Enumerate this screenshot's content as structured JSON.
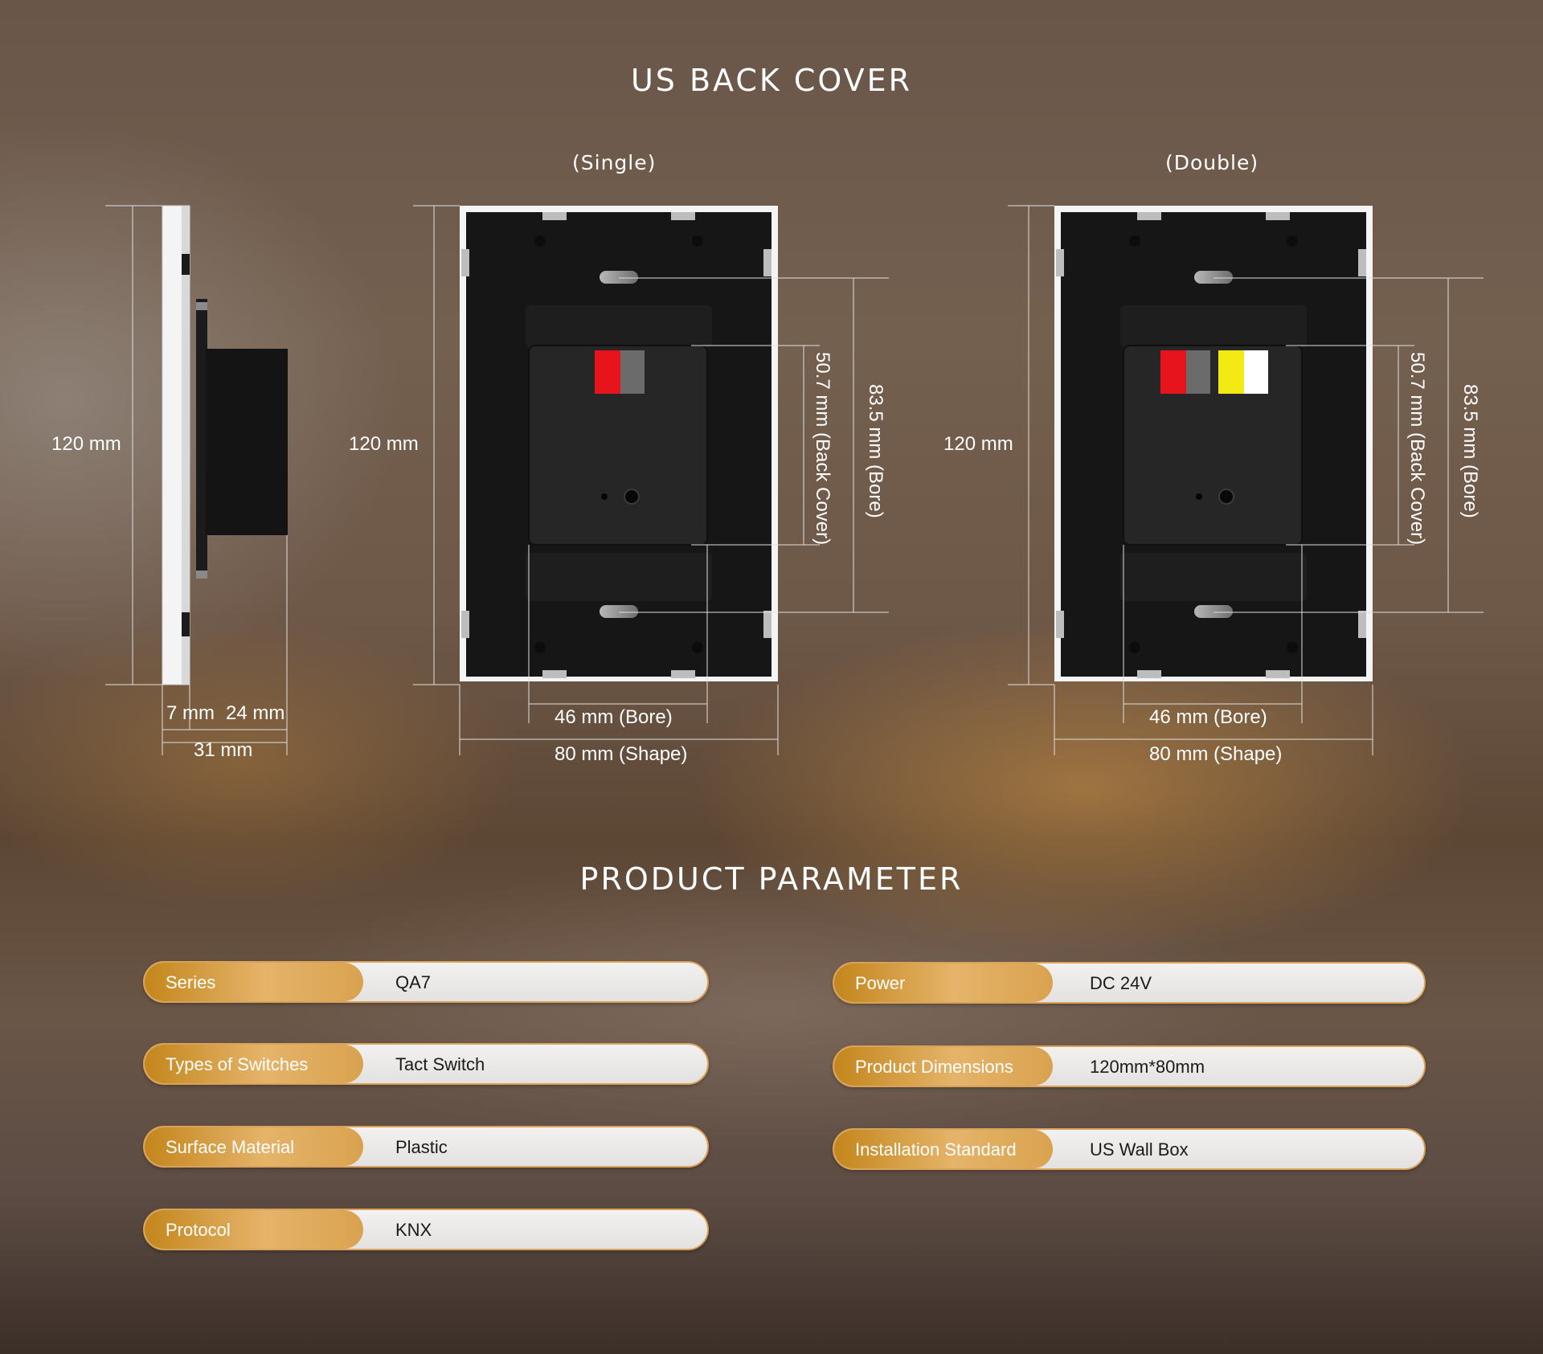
{
  "headings": {
    "back_cover": "US BACK COVER",
    "product_parameter": "PRODUCT PARAMETER"
  },
  "variants": {
    "single": "(Single)",
    "double": "(Double)"
  },
  "dimensions": {
    "side_height": "120 mm",
    "side_plate": "7 mm",
    "side_body": "24 mm",
    "side_total": "31 mm",
    "single_height": "120 mm",
    "single_bore_w": "46 mm (Bore)",
    "single_shape_w": "80 mm (Shape)",
    "single_back_cover": "50.7 mm (Back Cover)",
    "single_bore_h": "83.5 mm (Bore)",
    "double_height": "120 mm",
    "double_bore_w": "46 mm (Bore)",
    "double_shape_w": "80 mm (Shape)",
    "double_back_cover": "50.7 mm (Back Cover)",
    "double_bore_h": "83.5 mm (Bore)"
  },
  "colors": {
    "accent_gold": "#d9a24f",
    "terminal_red": "#e8141c",
    "terminal_yellow": "#f2ea12"
  },
  "parameters": {
    "left": [
      {
        "label": "Series",
        "value": "QA7"
      },
      {
        "label": "Types of Switches",
        "value": "Tact Switch"
      },
      {
        "label": "Surface Material",
        "value": "Plastic"
      },
      {
        "label": "Protocol",
        "value": "KNX"
      }
    ],
    "right": [
      {
        "label": "Power",
        "value": "DC 24V"
      },
      {
        "label": "Product Dimensions",
        "value": "120mm*80mm"
      },
      {
        "label": "Installation Standard",
        "value": "US Wall Box"
      }
    ]
  }
}
